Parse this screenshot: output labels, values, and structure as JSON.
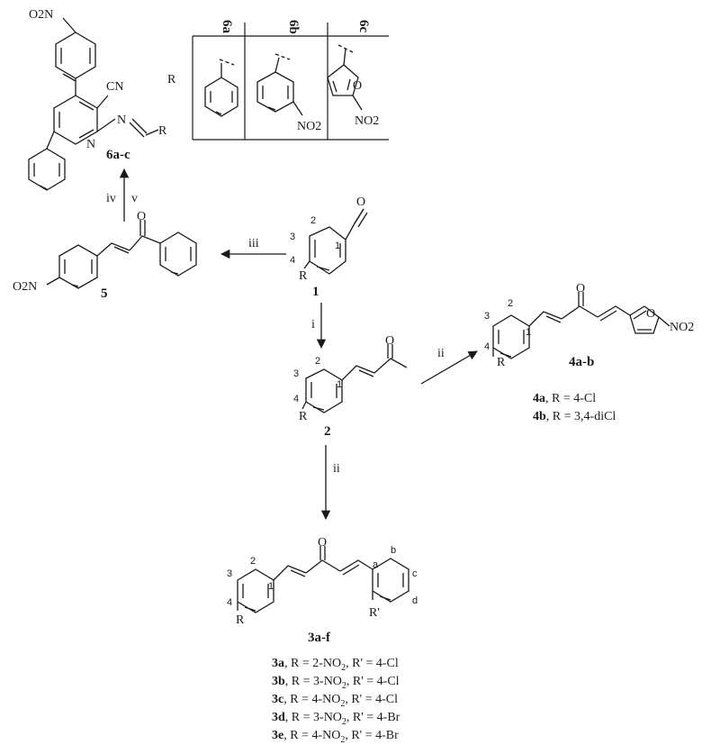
{
  "structures": {
    "s6": {
      "top_no2": "O2N",
      "cn": "CN",
      "n_ring": "N",
      "n_imine": "N",
      "r": "R",
      "label": "6a-c"
    },
    "s5": {
      "no2": "O2N",
      "o": "O",
      "label": "5"
    },
    "s1": {
      "o": "O",
      "r": "R",
      "n2": "2",
      "n3": "3",
      "n4": "4",
      "n1": "1",
      "label": "1"
    },
    "s2": {
      "o": "O",
      "r": "R",
      "n2": "2",
      "n3": "3",
      "n4": "4",
      "n1": "1",
      "label": "2"
    },
    "s4": {
      "o": "O",
      "furan_o": "O",
      "no2": "NO2",
      "r": "R",
      "n2": "2",
      "n3": "3",
      "n4": "4",
      "n1": "1",
      "label": "4a-b"
    },
    "s3": {
      "o": "O",
      "r": "R",
      "r_prime": "R'",
      "n2": "2",
      "n3": "3",
      "n4": "4",
      "n1": "1",
      "na": "a",
      "nb": "b",
      "nc": "c",
      "nd": "d",
      "label": "3a-f"
    }
  },
  "r_table": {
    "row_label": "R",
    "headers": [
      "6a",
      "6b",
      "6c"
    ],
    "b_no2": "NO2",
    "c_o": "O",
    "c_no2": "NO2"
  },
  "arrows": {
    "iii": "iii",
    "i": "i",
    "ii_top": "ii",
    "ii_down": "ii",
    "iv": "iv",
    "v": "v"
  },
  "list4": [
    {
      "id": "4a",
      "rest": ", R = 4-Cl"
    },
    {
      "id": "4b",
      "rest": ", R = 3,4-diCl"
    }
  ],
  "list3": [
    {
      "id": "3a",
      "r": ", R = 2-NO",
      "sub": "2",
      "rp": ", R' = 4-Cl"
    },
    {
      "id": "3b",
      "r": ", R = 3-NO",
      "sub": "2",
      "rp": ", R' = 4-Cl"
    },
    {
      "id": "3c",
      "r": ", R = 4-NO",
      "sub": "2",
      "rp": ", R' = 4-Cl"
    },
    {
      "id": "3d",
      "r": ", R = 3-NO",
      "sub": "2",
      "rp": ", R' = 4-Br"
    },
    {
      "id": "3e",
      "r": ", R = 4-NO",
      "sub": "2",
      "rp": ", R' = 4-Br"
    }
  ]
}
